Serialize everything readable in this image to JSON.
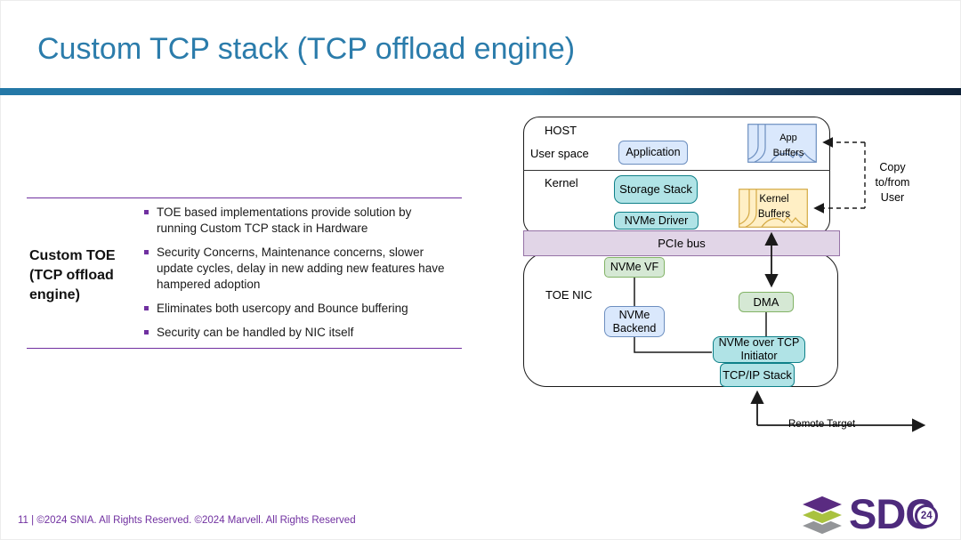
{
  "slide": {
    "title": "Custom TCP stack (TCP offload engine)",
    "footer_text": "11 | ©2024 SNIA. All Rights Reserved. ©2024 Marvell. All Rights Reserved"
  },
  "left_panel": {
    "heading": "Custom TOE (TCP offload engine)",
    "bullets": [
      "TOE based implementations provide solution by running Custom TCP stack in Hardware",
      "Security Concerns, Maintenance concerns, slower update cycles, delay in new adding new features have hampered adoption",
      "Eliminates both usercopy and Bounce buffering",
      "Security can be handled by NIC itself"
    ]
  },
  "diagram": {
    "host_label": "HOST",
    "user_space_label": "User space",
    "kernel_label": "Kernel",
    "application": "Application",
    "storage_stack": "Storage Stack",
    "nvme_driver": "NVMe Driver",
    "app_buffers": "App Buffers",
    "kernel_buffers": "Kernel Buffers",
    "pcie_bus": "PCIe bus",
    "toe_nic_label": "TOE NIC",
    "nvme_vf": "NVMe VF",
    "nvme_backend": "NVMe Backend",
    "dma": "DMA",
    "nvme_over_tcp_initiator": "NVMe over TCP Initiator",
    "tcpip_stack": "TCP/IP Stack",
    "copy_annotation": "Copy to/from User",
    "remote_target": "Remote Target"
  },
  "logo": {
    "sd": "SD",
    "c": "C",
    "year": "24"
  },
  "colors": {
    "title_blue": "#2B7CAB",
    "accent_bar_left": "#2478A7",
    "accent_bar_right": "#0F2238",
    "bullet_purple": "#7030A0",
    "footer_purple": "#7030A0",
    "box_blue_fill": "#DAE8FC",
    "box_blue_stroke": "#6C8EBF",
    "box_teal_fill": "#B0E3E6",
    "box_teal_stroke": "#0E8088",
    "box_green_fill": "#D5E8D4",
    "box_green_stroke": "#82B366",
    "buffer_yellow_fill": "#FFEFC5",
    "buffer_yellow_stroke": "#D4A944",
    "pcie_fill": "#E1D5E7",
    "pcie_stroke": "#9673A6",
    "logo_purple": "#4D2A7C",
    "logo_green": "#A9C23F",
    "logo_gray": "#939598"
  }
}
